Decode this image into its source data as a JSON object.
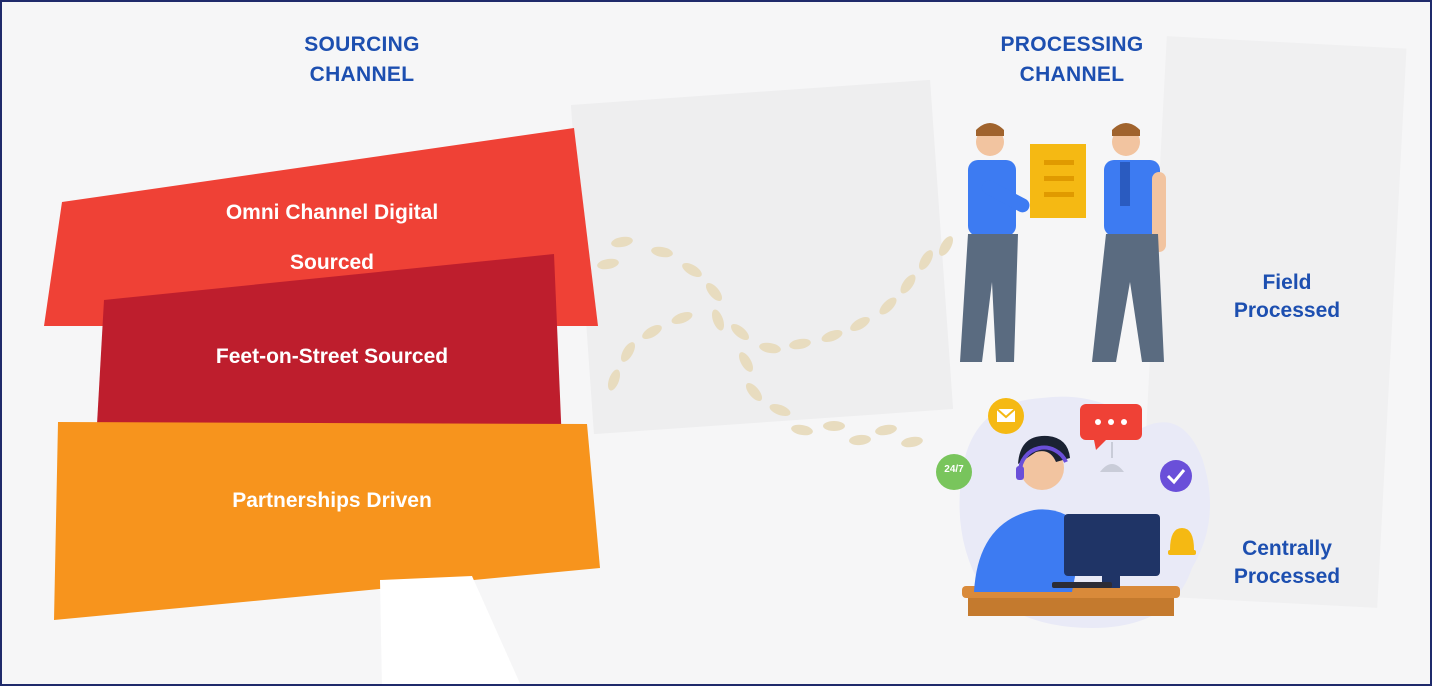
{
  "sourcing": {
    "heading_line1": "SOURCING",
    "heading_line2": "CHANNEL",
    "channels": [
      {
        "line1": "Omni Channel Digital",
        "line2": "Sourced",
        "color": "#ef4136"
      },
      {
        "line1": "Feet-on-Street Sourced",
        "color": "#be1e2d"
      },
      {
        "line1": "Partnerships Driven",
        "color": "#f7941d"
      }
    ]
  },
  "processing": {
    "heading_line1": "PROCESSING",
    "heading_line2": "CHANNEL",
    "modes": [
      {
        "line1": "Field",
        "line2": "Processed",
        "icon": "handover-people-icon"
      },
      {
        "line1": "Centrally",
        "line2": "Processed",
        "icon": "call-center-agent-icon"
      }
    ]
  },
  "colors": {
    "heading_blue": "#1d4fb0",
    "border": "#1f2a6b",
    "footprints": "#e8dcbf"
  },
  "badges": {
    "support_hours": "24/7"
  }
}
